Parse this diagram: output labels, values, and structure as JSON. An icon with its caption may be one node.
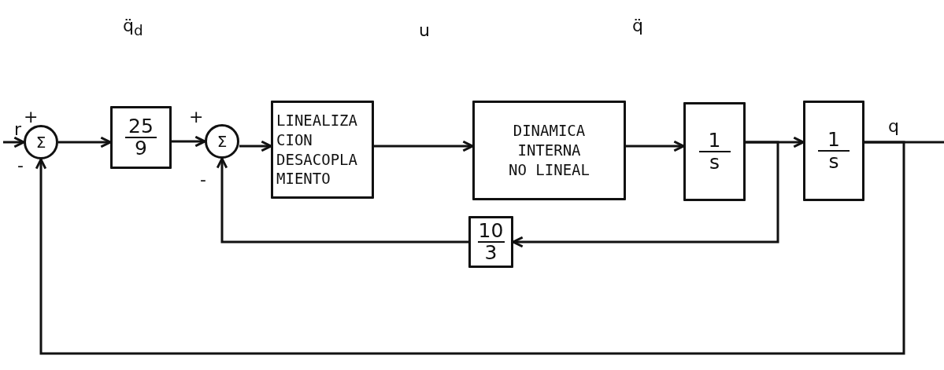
{
  "diagram": {
    "nodes": [
      {
        "text": [
          "Σ"
        ],
        "beside": [
          "+",
          "-"
        ]
      },
      {
        "text": [
          "25",
          "9"
        ]
      },
      {
        "text": [
          "Σ"
        ],
        "beside": [
          "+",
          "-"
        ]
      },
      {
        "text": [
          "LINEALIZA CION DESACOPLA MIENTO"
        ]
      },
      {
        "text": [
          "DINAMICA INTERNA NO LINEAL"
        ]
      },
      {
        "text": [
          "1",
          "s"
        ]
      },
      {
        "text": [
          "1",
          "s"
        ]
      },
      {
        "text": [
          "10",
          "3"
        ]
      }
    ],
    "edges": [
      {
        "from": null,
        "to": 0,
        "arrow": "to",
        "label": "r"
      },
      {
        "from": 0,
        "to": 1,
        "arrow": "to"
      },
      {
        "from": 1,
        "to": 2,
        "arrow": "to"
      },
      {
        "from": 2,
        "to": 3,
        "arrow": "to"
      },
      {
        "from": 3,
        "to": 4,
        "arrow": "to"
      },
      {
        "from": 4,
        "to": 5,
        "arrow": "to"
      },
      {
        "from": 5,
        "to": 6,
        "arrow": "to"
      },
      {
        "from": 6,
        "to": null,
        "arrow": "none",
        "label": "q"
      },
      {
        "from": 5,
        "to": 7,
        "arrow": "to"
      },
      {
        "from": 7,
        "to": 2,
        "arrow": "to"
      },
      {
        "from": 6,
        "to": 0,
        "arrow": "to"
      }
    ],
    "labels": [
      "q̈$_{d}$",
      "u",
      "q̈"
    ]
  }
}
